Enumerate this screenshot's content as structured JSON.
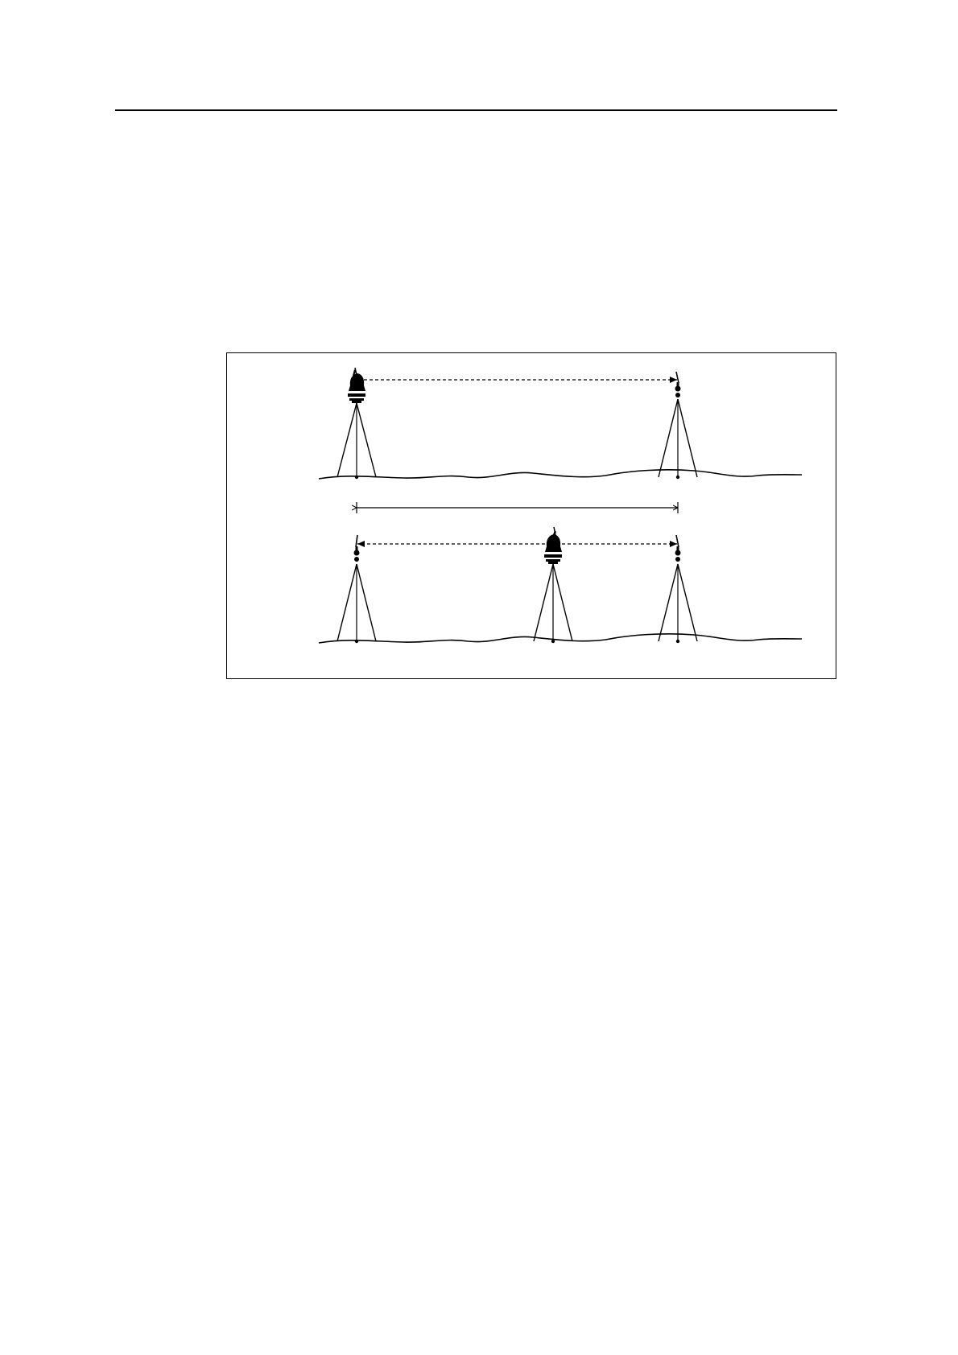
{
  "figure": {
    "scenes": [
      {
        "name": "direct-measurement",
        "instrument_station": "left",
        "prisms": [
          "right"
        ]
      },
      {
        "name": "midpoint-measurement",
        "instrument_station": "middle",
        "prisms": [
          "left",
          "right"
        ]
      }
    ],
    "colors": {
      "line": "#000000",
      "background": "#ffffff"
    },
    "icons": [
      "total-station-icon",
      "prism-icon",
      "tripod-icon",
      "ground-line",
      "dimension-arrow"
    ]
  }
}
